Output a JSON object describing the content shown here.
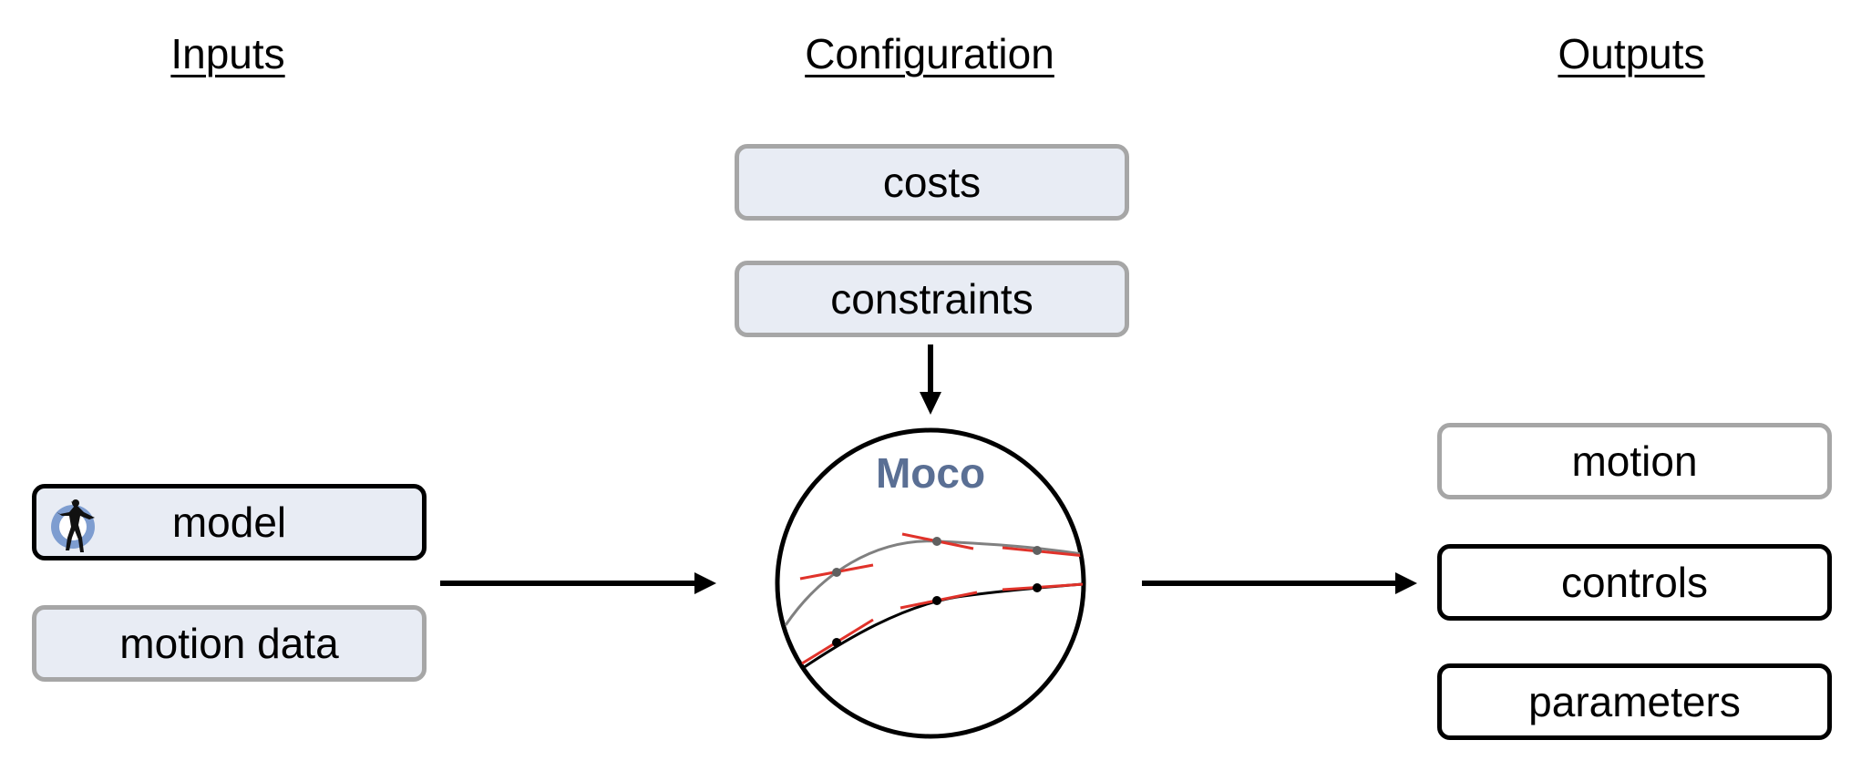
{
  "headers": {
    "inputs": "Inputs",
    "configuration": "Configuration",
    "outputs": "Outputs"
  },
  "inputs": {
    "model": "model",
    "motion_data": "motion data"
  },
  "configuration": {
    "costs": "costs",
    "constraints": "constraints"
  },
  "center": {
    "label": "Moco"
  },
  "outputs": {
    "motion": "motion",
    "controls": "controls",
    "parameters": "parameters"
  },
  "colors": {
    "box_fill": "#e8ecf4",
    "border_gray": "#a6a6a6",
    "border_black": "#000000",
    "moco_text": "#5a6f94",
    "tangent_red": "#e0322a",
    "curve_gray": "#808080",
    "logo_blue": "#6b8fc9"
  },
  "icons": {
    "model_icon": "opensim-logo-icon"
  }
}
